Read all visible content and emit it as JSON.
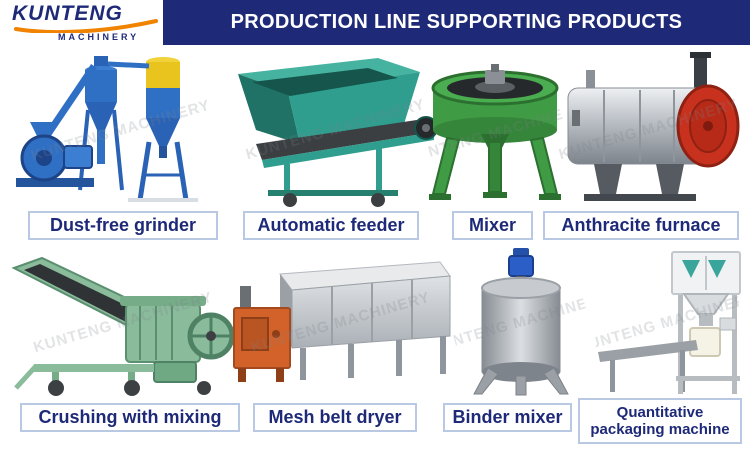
{
  "logo": {
    "name": "KUNTENG",
    "subtitle": "MACHINERY"
  },
  "header": {
    "title": "PRODUCTION LINE SUPPORTING PRODUCTS"
  },
  "watermark": "KUNTENG MACHINERY",
  "products": [
    {
      "label": "Dust-free grinder"
    },
    {
      "label": "Automatic feeder"
    },
    {
      "label": "Mixer"
    },
    {
      "label": "Anthracite furnace"
    },
    {
      "label": "Crushing with mixing"
    },
    {
      "label": "Mesh belt dryer"
    },
    {
      "label": "Binder mixer"
    },
    {
      "label": "Quantitative packaging machine"
    }
  ],
  "colors": {
    "header_bg": "#1e2a78",
    "label_text": "#1e2a78",
    "label_border": "#b9c9e3",
    "logo_accent": "#f08300",
    "machine_blue": "#2f6fc4",
    "machine_teal": "#2f9e8e",
    "machine_green": "#3f9b44",
    "machine_pale_green": "#8abb9b",
    "furnace_red": "#c8311d",
    "dryer_orange": "#d2622a"
  }
}
